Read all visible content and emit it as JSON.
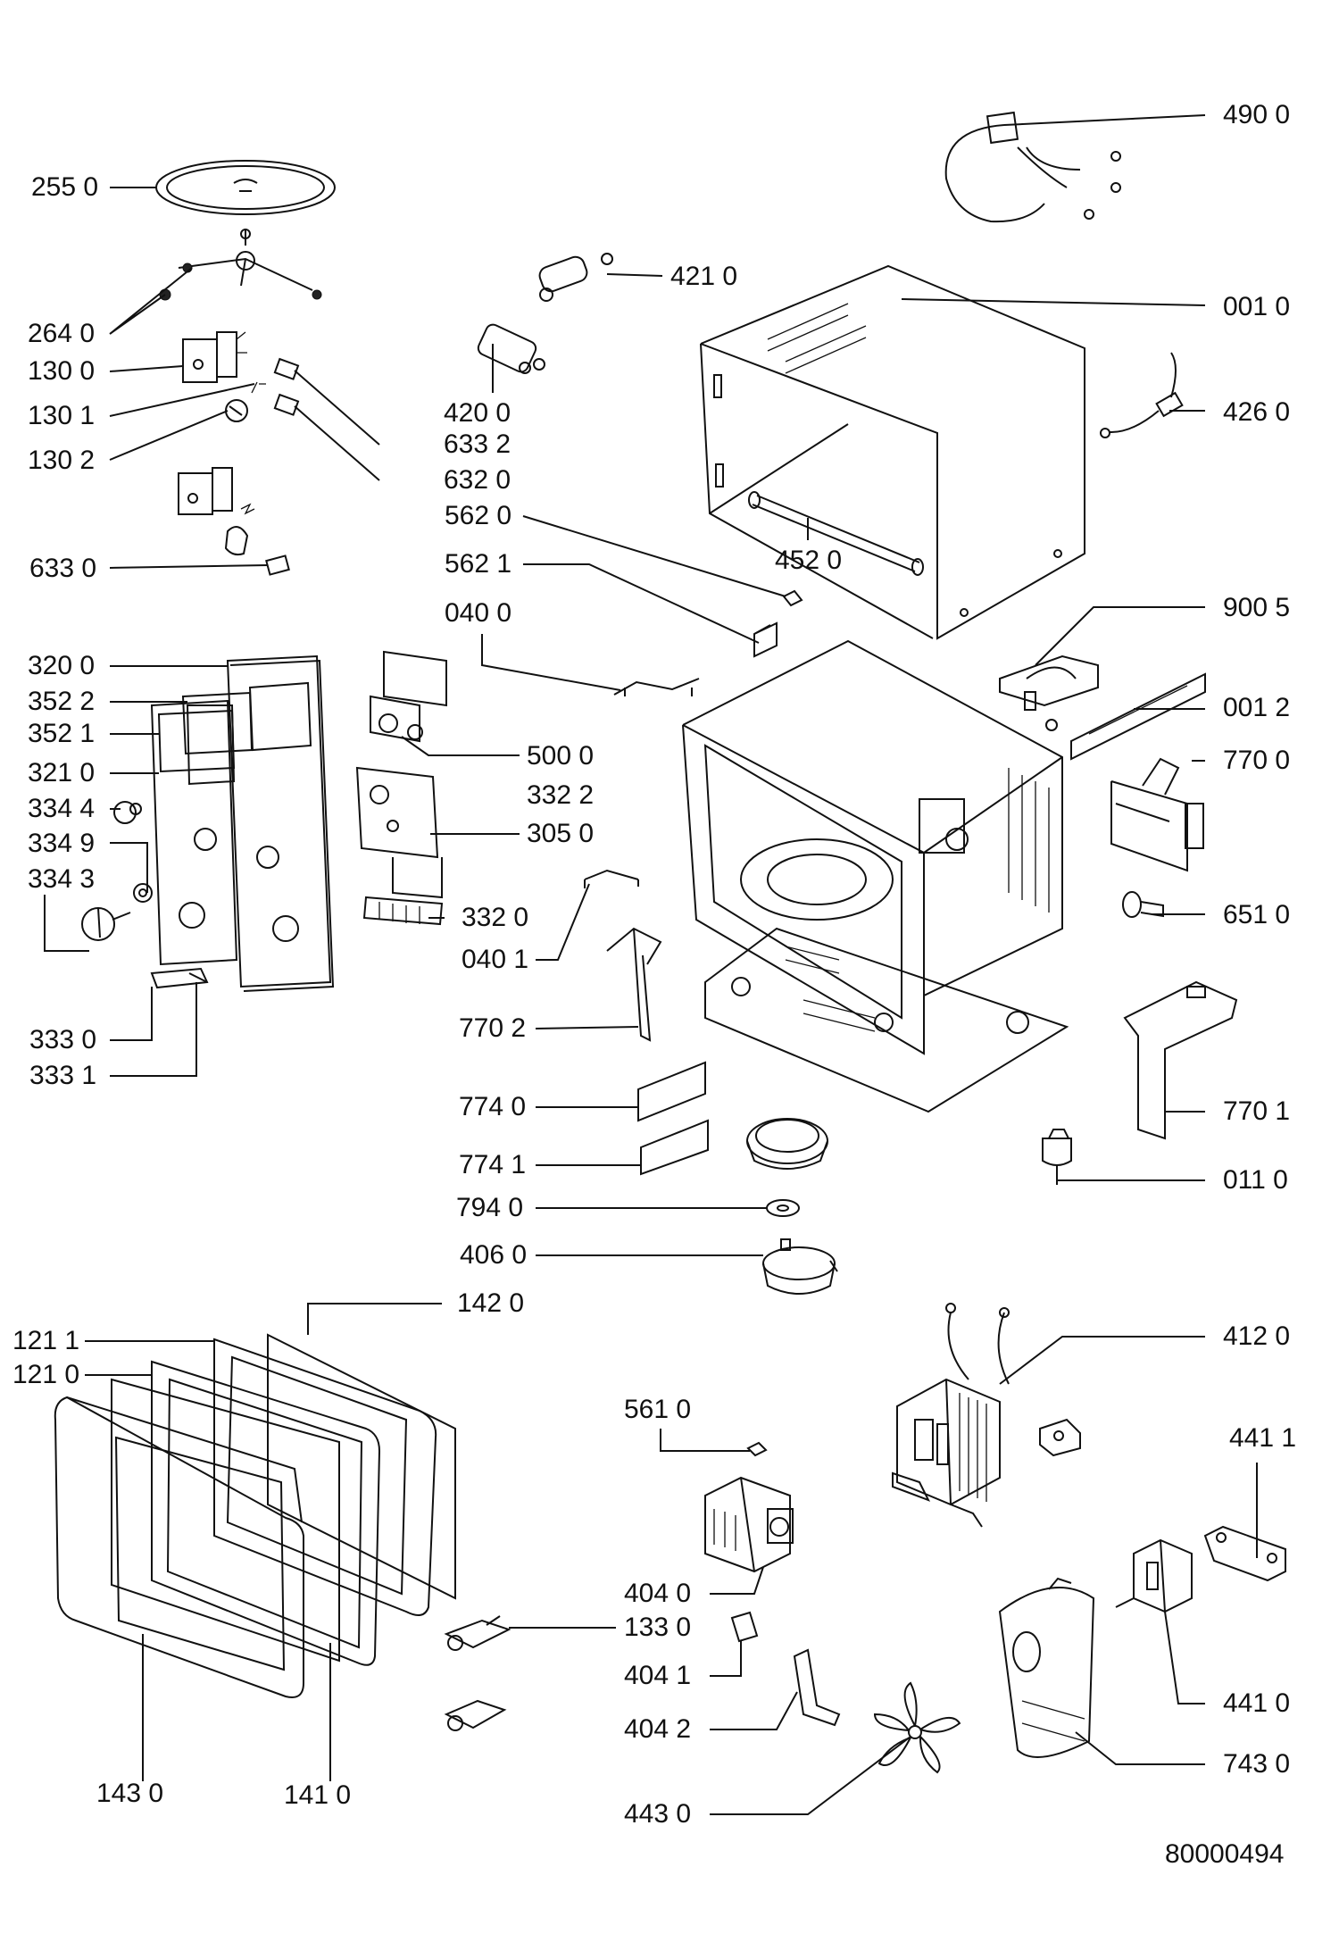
{
  "diagram": {
    "document_number": "80000494",
    "callouts": [
      {
        "id": "255_0",
        "text": "255 0"
      },
      {
        "id": "264_0",
        "text": "264 0"
      },
      {
        "id": "130_0",
        "text": "130 0"
      },
      {
        "id": "130_1",
        "text": "130 1"
      },
      {
        "id": "130_2",
        "text": "130 2"
      },
      {
        "id": "633_0",
        "text": "633 0"
      },
      {
        "id": "633_2",
        "text": "633 2"
      },
      {
        "id": "632_0",
        "text": "632 0"
      },
      {
        "id": "420_0",
        "text": "420 0"
      },
      {
        "id": "421_0",
        "text": "421 0"
      },
      {
        "id": "490_0",
        "text": "490 0"
      },
      {
        "id": "001_0",
        "text": "001 0"
      },
      {
        "id": "426_0",
        "text": "426 0"
      },
      {
        "id": "452_0",
        "text": "452 0"
      },
      {
        "id": "562_0",
        "text": "562 0"
      },
      {
        "id": "562_1",
        "text": "562 1"
      },
      {
        "id": "040_0",
        "text": "040 0"
      },
      {
        "id": "900_5",
        "text": "900 5"
      },
      {
        "id": "001_2",
        "text": "001 2"
      },
      {
        "id": "770_0",
        "text": "770 0"
      },
      {
        "id": "651_0",
        "text": "651 0"
      },
      {
        "id": "320_0",
        "text": "320 0"
      },
      {
        "id": "352_2",
        "text": "352 2"
      },
      {
        "id": "352_1",
        "text": "352 1"
      },
      {
        "id": "321_0",
        "text": "321 0"
      },
      {
        "id": "334_4",
        "text": "334 4"
      },
      {
        "id": "334_9",
        "text": "334 9"
      },
      {
        "id": "334_3",
        "text": "334 3"
      },
      {
        "id": "333_0",
        "text": "333 0"
      },
      {
        "id": "333_1",
        "text": "333 1"
      },
      {
        "id": "500_0",
        "text": "500 0"
      },
      {
        "id": "332_2",
        "text": "332 2"
      },
      {
        "id": "305_0",
        "text": "305 0"
      },
      {
        "id": "332_0",
        "text": "332 0"
      },
      {
        "id": "040_1",
        "text": "040 1"
      },
      {
        "id": "770_2",
        "text": "770 2"
      },
      {
        "id": "770_1",
        "text": "770 1"
      },
      {
        "id": "774_0",
        "text": "774 0"
      },
      {
        "id": "774_1",
        "text": "774 1"
      },
      {
        "id": "794_0",
        "text": "794 0"
      },
      {
        "id": "406_0",
        "text": "406 0"
      },
      {
        "id": "011_0",
        "text": "011 0"
      },
      {
        "id": "142_0",
        "text": "142 0"
      },
      {
        "id": "121_1",
        "text": "121 1"
      },
      {
        "id": "121_0",
        "text": "121 0"
      },
      {
        "id": "143_0",
        "text": "143 0"
      },
      {
        "id": "141_0",
        "text": "141 0"
      },
      {
        "id": "412_0",
        "text": "412 0"
      },
      {
        "id": "561_0",
        "text": "561 0"
      },
      {
        "id": "441_1",
        "text": "441 1"
      },
      {
        "id": "441_0",
        "text": "441 0"
      },
      {
        "id": "404_0",
        "text": "404 0"
      },
      {
        "id": "133_0",
        "text": "133 0"
      },
      {
        "id": "404_1",
        "text": "404 1"
      },
      {
        "id": "404_2",
        "text": "404 2"
      },
      {
        "id": "743_0",
        "text": "743 0"
      },
      {
        "id": "443_0",
        "text": "443 0"
      }
    ]
  }
}
